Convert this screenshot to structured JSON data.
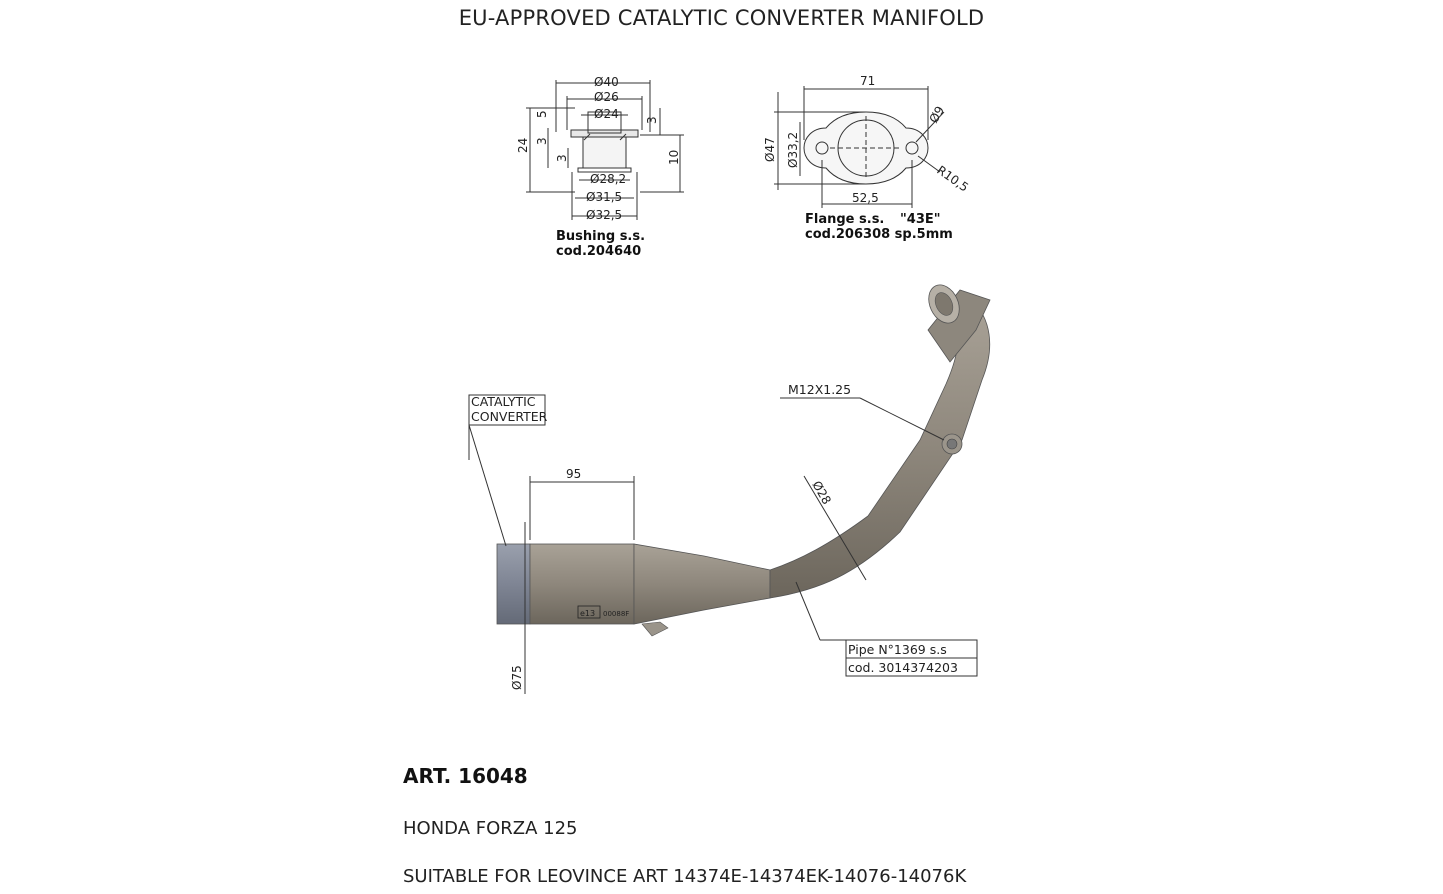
{
  "title": "EU-APPROVED CATALYTIC CONVERTER MANIFOLD",
  "bushing": {
    "dims": [
      "Ø40",
      "Ø26",
      "Ø24",
      "Ø28,2",
      "Ø31,5",
      "Ø32,5",
      "5",
      "3",
      "24",
      "3",
      "3",
      "10"
    ],
    "label1": "Bushing s.s.",
    "label2": "cod.204640"
  },
  "flange": {
    "dims": [
      "71",
      "Ø47",
      "Ø33,2",
      "Ø9",
      "R10,5",
      "52,5"
    ],
    "label1": "Flange s.s.",
    "label1b": "\"43E\"",
    "label2": "cod.206308 sp.5mm"
  },
  "pipe": {
    "callout_catalytic_1": "CATALYTIC",
    "callout_catalytic_2": "CONVERTER",
    "dim_95": "95",
    "dim_75": "Ø75",
    "dim_28": "Ø28",
    "thread": "M12X1.25",
    "stamp_e": "e13",
    "stamp_code": "00088F",
    "pipe_label_1": "Pipe N°1369 s.s",
    "pipe_label_2": "cod. 3014374203"
  },
  "footer": {
    "art": "ART. 16048",
    "model": "HONDA FORZA 125",
    "suitable": "SUITABLE FOR LEOVINCE ART 14374E-14374EK-14076-14076K"
  }
}
